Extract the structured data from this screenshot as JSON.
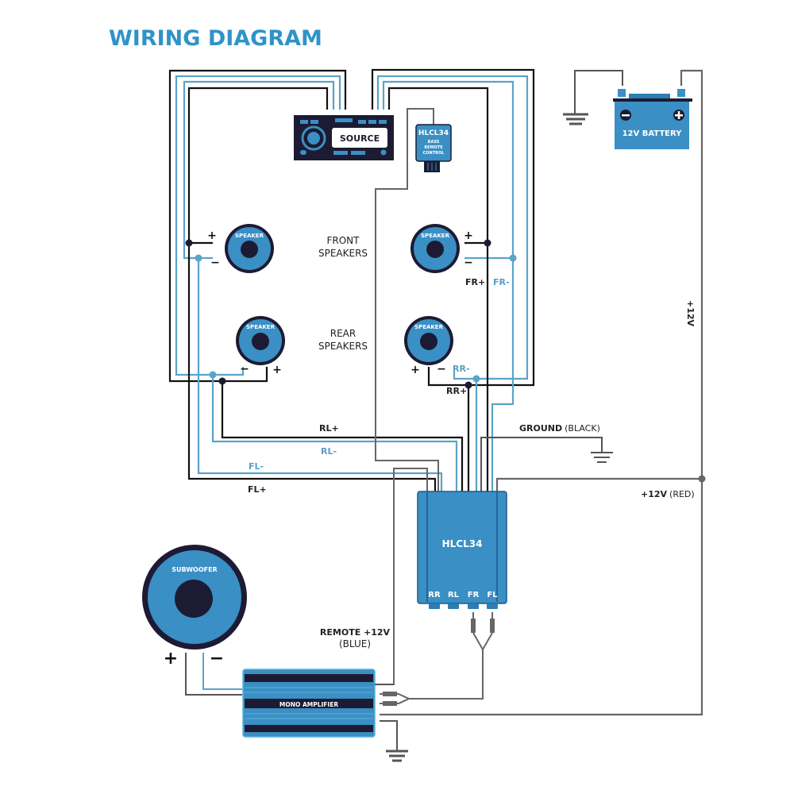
{
  "title": "WIRING DIAGRAM",
  "colors": {
    "accent": "#2f93c9",
    "device_blue": "#3a8fc4",
    "device_dark": "#1c1b33",
    "wire_black": "#111111",
    "wire_blue": "#5aa3c9",
    "wire_gray": "#666666"
  },
  "source": {
    "label": "SOURCE"
  },
  "bass_remote": {
    "model": "HLCL34",
    "line1": "BASS",
    "line2": "REMOTE",
    "line3": "CONTROL"
  },
  "battery": {
    "label": "12V BATTERY",
    "neg_symbol": "−",
    "pos_symbol": "+"
  },
  "speakers": {
    "speaker_label": "SPEAKER",
    "front_label_1": "FRONT",
    "front_label_2": "SPEAKERS",
    "rear_label_1": "REAR",
    "rear_label_2": "SPEAKERS",
    "plus": "+",
    "minus": "−"
  },
  "wire_labels": {
    "fr_plus": "FR+",
    "fr_minus": "FR-",
    "rr_minus": "RR-",
    "rr_plus": "RR+",
    "rl_plus": "RL+",
    "rl_minus": "RL-",
    "fl_minus": "FL-",
    "fl_plus": "FL+",
    "plus12v_vertical": "+12V",
    "ground_bold": "GROUND",
    "ground_color": "(BLACK)",
    "plus12v_bold": "+12V",
    "plus12v_color": "(RED)",
    "remote_bold": "REMOTE +12V",
    "remote_color": "(BLUE)"
  },
  "converter": {
    "model": "HLCL34",
    "channels": [
      "RR",
      "RL",
      "FR",
      "FL"
    ]
  },
  "subwoofer": {
    "label": "SUBWOOFER",
    "plus": "+",
    "minus": "−"
  },
  "amplifier": {
    "label": "MONO AMPLIFIER"
  }
}
